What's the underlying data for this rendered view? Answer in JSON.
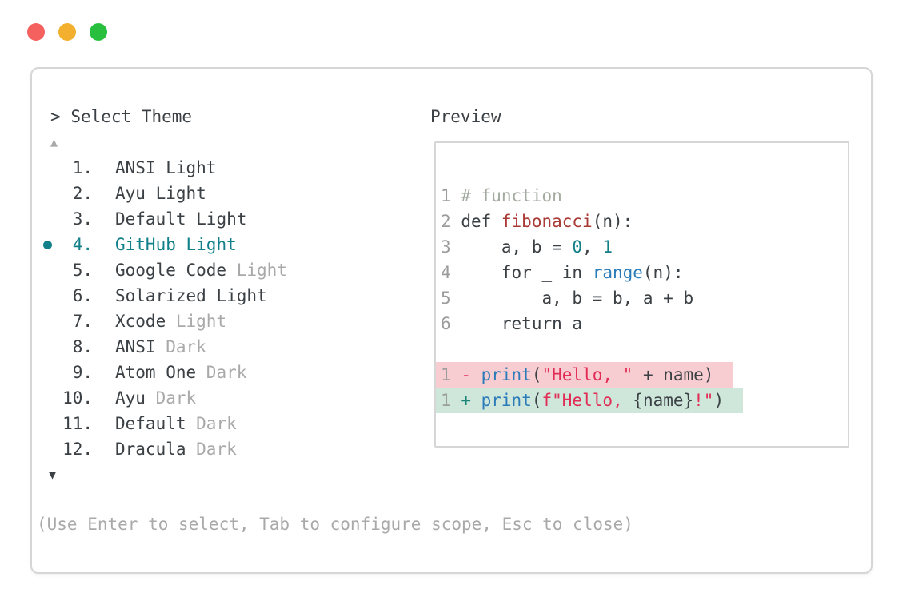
{
  "window": {
    "traffic_lights": [
      {
        "name": "close",
        "color": "#f4615e"
      },
      {
        "name": "minimize",
        "color": "#f2b02e"
      },
      {
        "name": "zoom",
        "color": "#27bf3d"
      }
    ]
  },
  "theme_selector": {
    "prompt": ">",
    "title": "Select Theme",
    "scroll_up_symbol": "▲",
    "scroll_down_symbol": "▼",
    "selected_indicator": "●",
    "items": [
      {
        "number": "1.",
        "base": "ANSI",
        "variant": "Light",
        "variant_muted": false,
        "selected": false
      },
      {
        "number": "2.",
        "base": "Ayu",
        "variant": "Light",
        "variant_muted": false,
        "selected": false
      },
      {
        "number": "3.",
        "base": "Default",
        "variant": "Light",
        "variant_muted": false,
        "selected": false
      },
      {
        "number": "4.",
        "base": "GitHub",
        "variant": "Light",
        "variant_muted": false,
        "selected": true
      },
      {
        "number": "5.",
        "base": "Google Code",
        "variant": "Light",
        "variant_muted": true,
        "selected": false
      },
      {
        "number": "6.",
        "base": "Solarized",
        "variant": "Light",
        "variant_muted": false,
        "selected": false
      },
      {
        "number": "7.",
        "base": "Xcode",
        "variant": "Light",
        "variant_muted": true,
        "selected": false
      },
      {
        "number": "8.",
        "base": "ANSI",
        "variant": "Dark",
        "variant_muted": true,
        "selected": false
      },
      {
        "number": "9.",
        "base": "Atom One",
        "variant": "Dark",
        "variant_muted": true,
        "selected": false
      },
      {
        "number": "10.",
        "base": "Ayu",
        "variant": "Dark",
        "variant_muted": true,
        "selected": false
      },
      {
        "number": "11.",
        "base": "Default",
        "variant": "Dark",
        "variant_muted": true,
        "selected": false
      },
      {
        "number": "12.",
        "base": "Dracula",
        "variant": "Dark",
        "variant_muted": true,
        "selected": false
      }
    ],
    "hint": "(Use Enter to select, Tab to configure scope, Esc to close)"
  },
  "preview": {
    "label": "Preview",
    "code_lines": [
      {
        "number": "1",
        "tokens": [
          {
            "text": "# function",
            "type": "comment"
          }
        ]
      },
      {
        "number": "2",
        "tokens": [
          {
            "text": "def ",
            "type": "plain"
          },
          {
            "text": "fibonacci",
            "type": "function"
          },
          {
            "text": "(n):",
            "type": "plain"
          }
        ]
      },
      {
        "number": "3",
        "tokens": [
          {
            "text": "    a, b = ",
            "type": "plain"
          },
          {
            "text": "0",
            "type": "number"
          },
          {
            "text": ", ",
            "type": "plain"
          },
          {
            "text": "1",
            "type": "number"
          }
        ]
      },
      {
        "number": "4",
        "tokens": [
          {
            "text": "    for _ in ",
            "type": "plain"
          },
          {
            "text": "range",
            "type": "builtin"
          },
          {
            "text": "(n):",
            "type": "plain"
          }
        ]
      },
      {
        "number": "5",
        "tokens": [
          {
            "text": "        a, b = b, a + b",
            "type": "plain"
          }
        ]
      },
      {
        "number": "6",
        "tokens": [
          {
            "text": "    return a",
            "type": "plain"
          }
        ]
      },
      {
        "number": " ",
        "tokens": []
      },
      {
        "number": "1",
        "diff": "removed",
        "sign": "-",
        "tokens": [
          {
            "text": "print",
            "type": "builtin"
          },
          {
            "text": "(",
            "type": "plain"
          },
          {
            "text": "\"Hello, \"",
            "type": "string"
          },
          {
            "text": " + name)",
            "type": "plain"
          }
        ]
      },
      {
        "number": "1",
        "diff": "added",
        "sign": "+",
        "tokens": [
          {
            "text": "print",
            "type": "builtin"
          },
          {
            "text": "(",
            "type": "plain"
          },
          {
            "text": "f\"Hello, ",
            "type": "string"
          },
          {
            "text": "{name}",
            "type": "plain"
          },
          {
            "text": "!\"",
            "type": "string"
          },
          {
            "text": ")",
            "type": "plain"
          }
        ]
      }
    ]
  },
  "colors": {
    "selection_teal": "#12808a",
    "string_crimson": "#e12d56",
    "function_brick_red": "#a93a36",
    "builtin_blue": "#2b7bb9",
    "plain_text": "#3b4045",
    "muted_gray": "#a9a9a9",
    "comment_gray": "#a3aa9f",
    "line_number_gray": "#9c9c9c",
    "diff_removed_bg": "#f8cdd1",
    "diff_added_bg": "#cfe7db",
    "diff_added_sign": "#1b8577",
    "window_border": "#d6d6d6"
  }
}
